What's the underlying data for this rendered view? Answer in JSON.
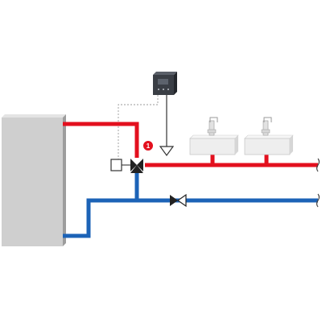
{
  "colors": {
    "hot_pipe": "#e3101e",
    "cold_pipe": "#1c63b7",
    "tank_face": "#cfcfcf",
    "tank_side": "#9d9d9d",
    "controller": "#3a3e45",
    "valve": "#222222",
    "marker": "#e3101e",
    "sink": "#eeeeee"
  },
  "icons": {
    "tank": "water-heater-tank",
    "controller": "controller-box",
    "mixing_valve": "three-way-mixing-valve",
    "actuator": "valve-actuator",
    "sensor": "temperature-sensor",
    "check_valve": "check-valve",
    "sink": "wash-basin",
    "break": "pipe-continuation-break"
  },
  "marker": {
    "label": "1"
  }
}
